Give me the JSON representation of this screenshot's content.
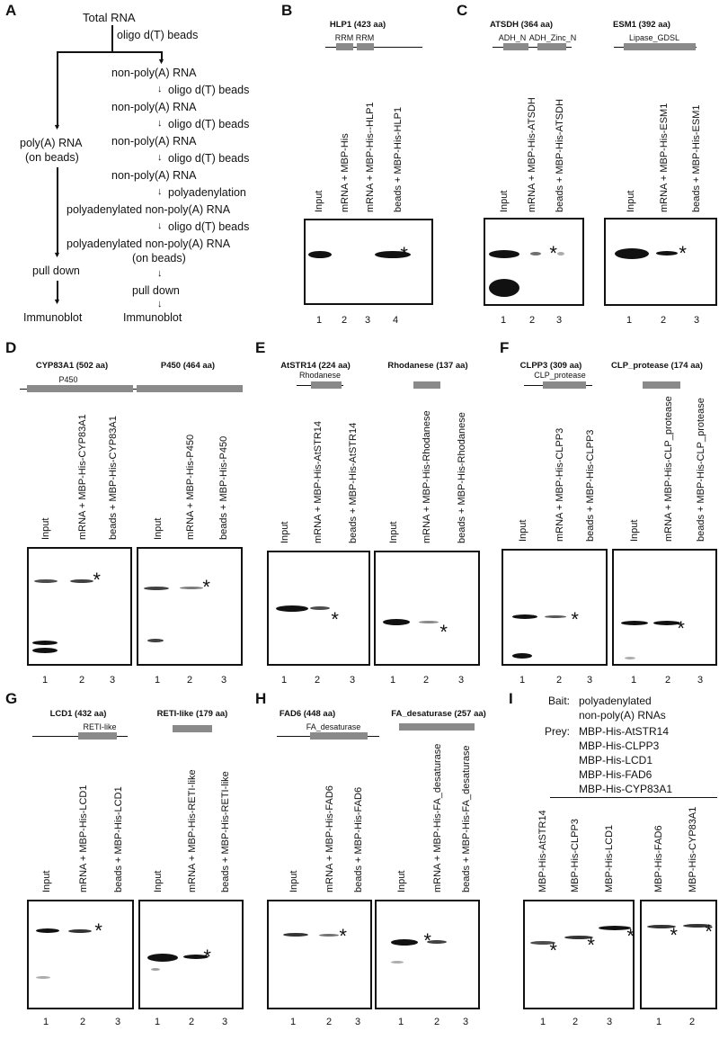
{
  "panel_letters": {
    "a": "A",
    "b": "B",
    "c": "C",
    "d": "D",
    "e": "E",
    "f": "F",
    "g": "G",
    "h": "H",
    "i": "I"
  },
  "panelA": {
    "total_rna": "Total RNA",
    "oligo_beads": "oligo d(T) beads",
    "non_polya": "non-poly(A) RNA",
    "polya_line1": "poly(A) RNA",
    "polya_line2": "(on beads)",
    "polyadenylation": "polyadenylation",
    "polyadenylated": "polyadenylated non-poly(A) RNA",
    "on_beads": "(on beads)",
    "pull_down": "pull down",
    "immunoblot": "Immunoblot"
  },
  "panelB": {
    "title": "HLP1 (423 aa)",
    "domains": [
      "RRM",
      "RRM"
    ],
    "lanes": [
      "Input",
      "mRNA + MBP-His",
      "mRNA + MBP-His--HLP1",
      "beads + MBP-His-HLP1"
    ],
    "numbers": [
      "1",
      "2",
      "3",
      "4"
    ]
  },
  "panelC1": {
    "title": "ATSDH (364 aa)",
    "domains": [
      "ADH_N",
      "ADH_Zinc_N"
    ],
    "lanes": [
      "Input",
      "mRNA + MBP-His-ATSDH",
      "beads + MBP-His-ATSDH"
    ],
    "numbers": [
      "1",
      "2",
      "3"
    ]
  },
  "panelC2": {
    "title": "ESM1 (392 aa)",
    "domains": [
      "Lipase_GDSL"
    ],
    "lanes": [
      "Input",
      "mRNA + MBP-His-ESM1",
      "beads + MBP-His-ESM1"
    ],
    "numbers": [
      "1",
      "2",
      "3"
    ]
  },
  "panelD1": {
    "title": "CYP83A1 (502 aa)",
    "domains": [
      "P450"
    ],
    "lanes": [
      "Input",
      "mRNA + MBP-His-CYP83A1",
      "beads + MBP-His-CYP83A1"
    ],
    "numbers": [
      "1",
      "2",
      "3"
    ]
  },
  "panelD2": {
    "title": "P450 (464 aa)",
    "lanes": [
      "Input",
      "mRNA + MBP-His-P450",
      "beads + MBP-His-P450"
    ],
    "numbers": [
      "1",
      "2",
      "3"
    ]
  },
  "panelE1": {
    "title": "AtSTR14 (224 aa)",
    "domains": [
      "Rhodanese"
    ],
    "lanes": [
      "Input",
      "mRNA + MBP-His-AtSTR14",
      "beads + MBP-His-AtSTR14"
    ],
    "numbers": [
      "1",
      "2",
      "3"
    ]
  },
  "panelE2": {
    "title": "Rhodanese (137 aa)",
    "lanes": [
      "Input",
      "mRNA + MBP-His-Rhodanese",
      "beads + MBP-His-Rhodanese"
    ],
    "numbers": [
      "1",
      "2",
      "3"
    ]
  },
  "panelF1": {
    "title": "CLPP3 (309 aa)",
    "domains": [
      "CLP_protease"
    ],
    "lanes": [
      "Input",
      "mRNA + MBP-His-CLPP3",
      "beads + MBP-His-CLPP3"
    ],
    "numbers": [
      "1",
      "2",
      "3"
    ]
  },
  "panelF2": {
    "title": "CLP_protease (174 aa)",
    "lanes": [
      "Input",
      "mRNA + MBP-His-CLP_protease",
      "beads + MBP-His-CLP_protease"
    ],
    "numbers": [
      "1",
      "2",
      "3"
    ]
  },
  "panelG1": {
    "title": "LCD1 (432 aa)",
    "domains": [
      "RETI-like"
    ],
    "lanes": [
      "Input",
      "mRNA + MBP-His-LCD1",
      "beads + MBP-His-LCD1"
    ],
    "numbers": [
      "1",
      "2",
      "3"
    ]
  },
  "panelG2": {
    "title": "RETI-like (179 aa)",
    "lanes": [
      "Input",
      "mRNA + MBP-His-RETI-like",
      "beads + MBP-His-RETI-like"
    ],
    "numbers": [
      "1",
      "2",
      "3"
    ]
  },
  "panelH1": {
    "title": "FAD6 (448 aa)",
    "domains": [
      "FA_desaturase"
    ],
    "lanes": [
      "Input",
      "mRNA + MBP-His-FAD6",
      "beads + MBP-His-FAD6"
    ],
    "numbers": [
      "1",
      "2",
      "3"
    ]
  },
  "panelH2": {
    "title": "FA_desaturase (257 aa)",
    "lanes": [
      "Input",
      "mRNA + MBP-His-FA_desaturase",
      "beads + MBP-His-FA_desaturase"
    ],
    "numbers": [
      "1",
      "2",
      "3"
    ]
  },
  "panelI": {
    "bait_label": "Bait:",
    "bait_line1": "polyadenylated",
    "bait_line2": "non-poly(A) RNAs",
    "prey_label": "Prey:",
    "prey": [
      "MBP-His-AtSTR14",
      "MBP-His-CLPP3",
      "MBP-His-LCD1",
      "MBP-His-FAD6",
      "MBP-His-CYP83A1"
    ],
    "lanes1": [
      "MBP-His-AtSTR14",
      "MBP-His-CLPP3",
      "MBP-His-LCD1"
    ],
    "numbers1": [
      "1",
      "2",
      "3"
    ],
    "lanes2": [
      "MBP-His-FAD6",
      "MBP-His-CYP83A1"
    ],
    "numbers2": [
      "1",
      "2"
    ]
  },
  "star": "*"
}
